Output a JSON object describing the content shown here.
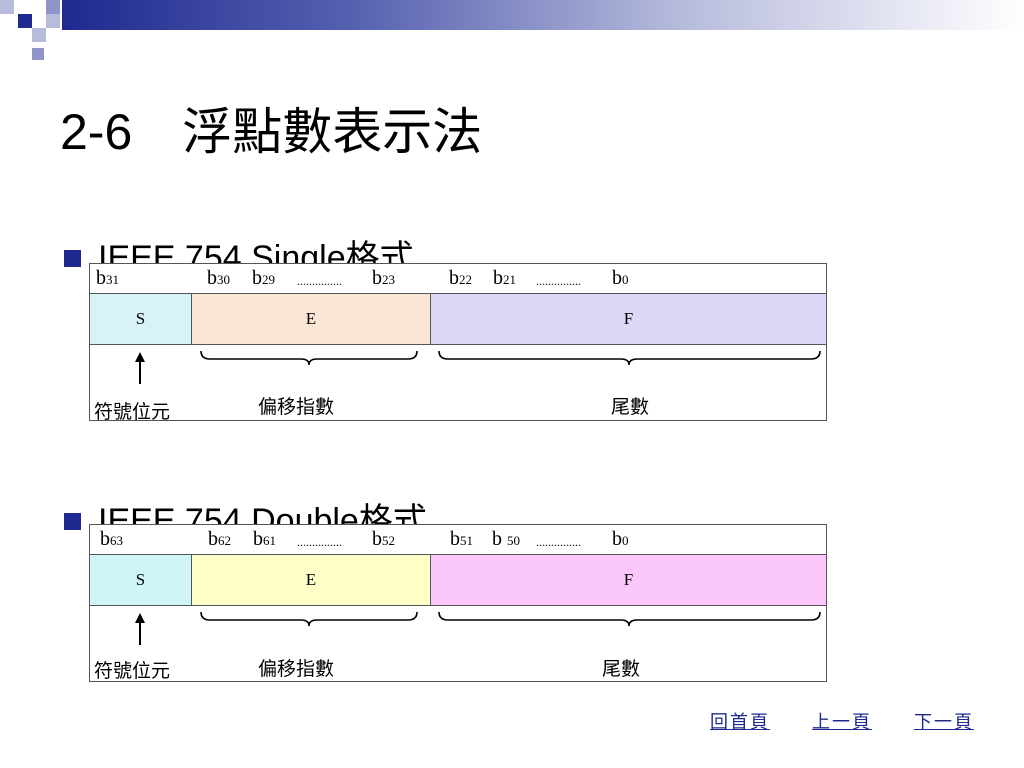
{
  "slide": {
    "title": "2-6　浮點數表示法",
    "colors": {
      "accent": "#1e2a8f",
      "square_light": "#b8bcdc",
      "square_mid": "#8f95c8"
    }
  },
  "single": {
    "bullet": "IEEE 754 Single格式",
    "bits": {
      "b31": {
        "base": "b",
        "sub": "31"
      },
      "b30": {
        "base": "b",
        "sub": "30"
      },
      "b29": {
        "base": "b",
        "sub": "29"
      },
      "b23": {
        "base": "b",
        "sub": "23"
      },
      "b22": {
        "base": "b",
        "sub": "22"
      },
      "b21": {
        "base": "b",
        "sub": "21"
      },
      "b0": {
        "base": "b",
        "sub": "0"
      },
      "dots": "..............."
    },
    "fields": {
      "sign": "S",
      "exponent": "E",
      "fraction": "F"
    },
    "field_colors": {
      "sign": "#d8f3f8",
      "exponent": "#fae6d4",
      "fraction": "#ddd8f7"
    },
    "captions": {
      "sign": "符號位元",
      "exponent": "偏移指數",
      "fraction": "尾數"
    }
  },
  "double": {
    "bullet": "IEEE 754 Double格式",
    "bits": {
      "b63": {
        "base": "b",
        "sub": "63"
      },
      "b62": {
        "base": "b",
        "sub": "62"
      },
      "b61": {
        "base": "b",
        "sub": "61"
      },
      "b52": {
        "base": "b",
        "sub": "52"
      },
      "b51": {
        "base": "b",
        "sub": "51"
      },
      "b50": {
        "base": "b",
        "sub": "50"
      },
      "b0": {
        "base": "b",
        "sub": "0"
      },
      "dots": "..............."
    },
    "fields": {
      "sign": "S",
      "exponent": "E",
      "fraction": "F"
    },
    "field_colors": {
      "sign": "#d0f5f8",
      "exponent": "#ffffc8",
      "fraction": "#fcc8fc"
    },
    "captions": {
      "sign": "符號位元",
      "exponent": "偏移指數",
      "fraction": "尾數"
    }
  },
  "nav": {
    "home": "回首頁",
    "prev": "上一頁",
    "next": "下一頁"
  }
}
